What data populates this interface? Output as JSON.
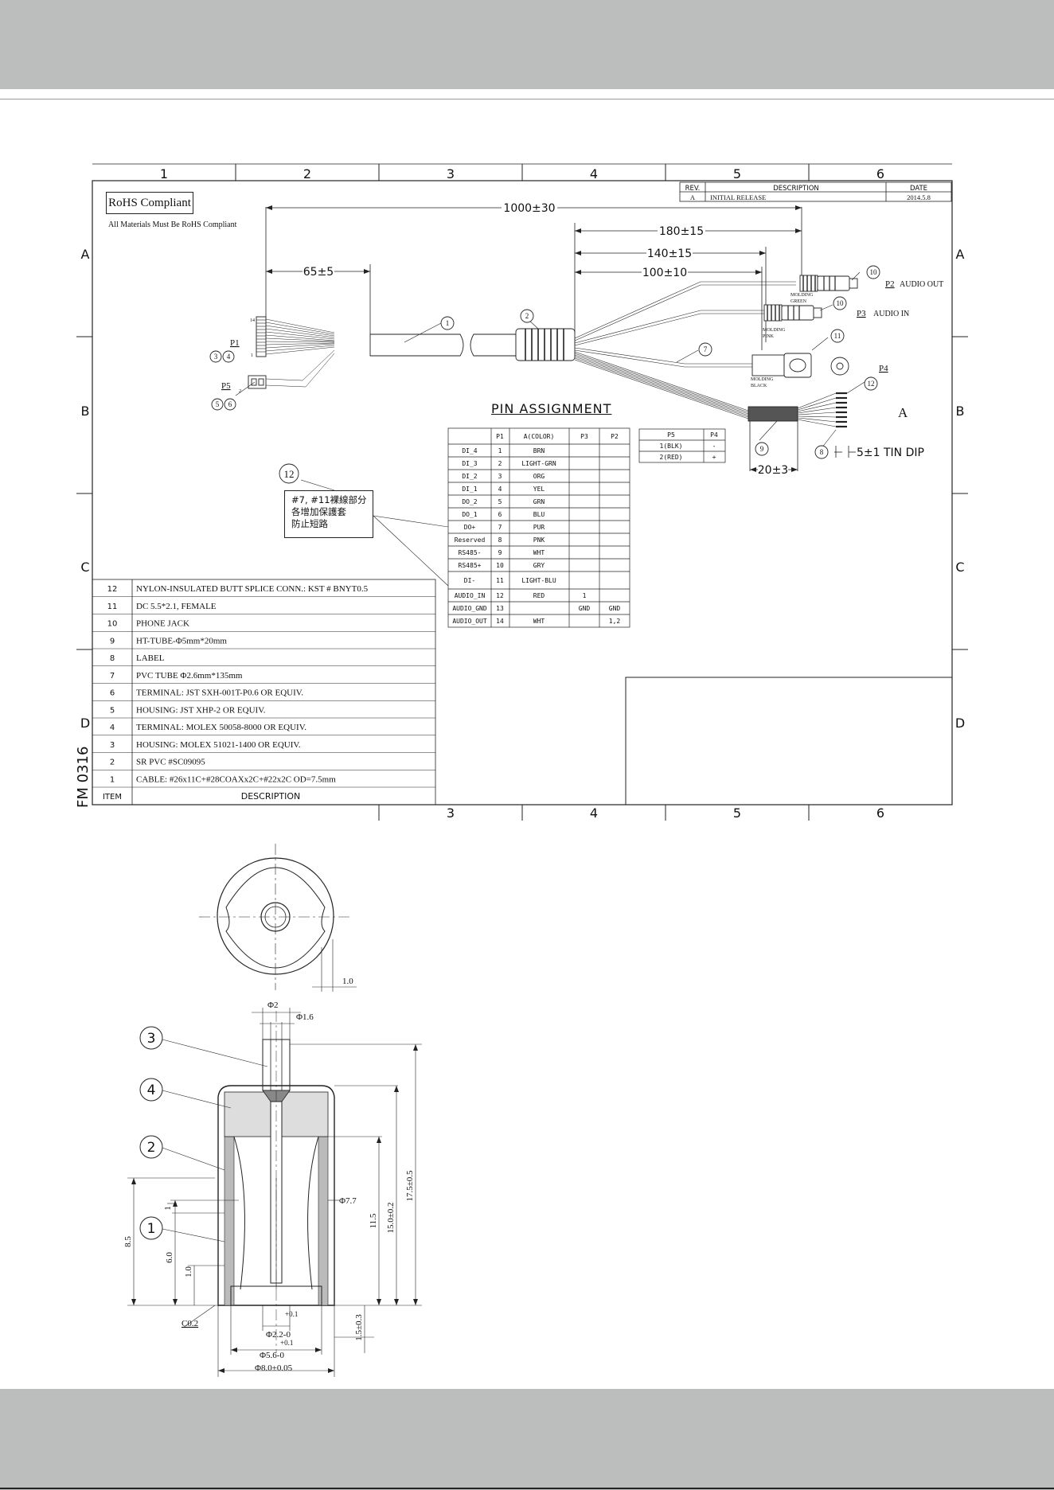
{
  "grid": {
    "columns_top": [
      "1",
      "2",
      "3",
      "4",
      "5",
      "6"
    ],
    "columns_bottom": [
      "3",
      "4",
      "5",
      "6"
    ],
    "rows": [
      "A",
      "B",
      "C",
      "D"
    ]
  },
  "revision": {
    "headers": [
      "REV.",
      "DESCRIPTION",
      "DATE"
    ],
    "row": [
      "A",
      "INITIAL RELEASE",
      "2014.5.8"
    ]
  },
  "rohs": {
    "label": "RoHS Compliant",
    "note": "All Materials Must Be RoHS Compliant"
  },
  "dimensions": {
    "total": "1000±30",
    "d180": "180±15",
    "d140": "140±15",
    "d100": "100±10",
    "d65": "65±5",
    "d20": "20±3",
    "tin": "5±1 TIN DIP"
  },
  "connectors": {
    "p1": "P1",
    "p5": "P5",
    "p2": "P2",
    "p3": "P3",
    "p4": "P4",
    "p2_label": "AUDIO OUT",
    "p3_label": "AUDIO IN",
    "a_label": "A",
    "pin14": "14",
    "pin1": "1",
    "pin2": "2",
    "molding_green": [
      "MOLDING",
      "GREEN"
    ],
    "molding_pink": [
      "MOLDING",
      "PINK"
    ],
    "molding_black": [
      "MOLDING",
      "BLACK"
    ]
  },
  "pin_assignment": {
    "title": "PIN ASSIGNMENT",
    "headers": [
      "",
      "P1",
      "A(COLOR)",
      "P3",
      "P2"
    ],
    "rows": [
      [
        "DI_4",
        "1",
        "BRN",
        "",
        ""
      ],
      [
        "DI_3",
        "2",
        "LIGHT-GRN",
        "",
        ""
      ],
      [
        "DI_2",
        "3",
        "ORG",
        "",
        ""
      ],
      [
        "DI_1",
        "4",
        "YEL",
        "",
        ""
      ],
      [
        "DO_2",
        "5",
        "GRN",
        "",
        ""
      ],
      [
        "DO_1",
        "6",
        "BLU",
        "",
        ""
      ],
      [
        "DO+",
        "7",
        "PUR",
        "",
        ""
      ],
      [
        "Reserved",
        "8",
        "PNK",
        "",
        ""
      ],
      [
        "RS485-",
        "9",
        "WHT",
        "",
        ""
      ],
      [
        "RS485+",
        "10",
        "GRY",
        "",
        ""
      ],
      [
        "DI-",
        "11",
        "LIGHT-BLU",
        "",
        ""
      ],
      [
        "AUDIO_IN",
        "12",
        "RED",
        "1",
        ""
      ],
      [
        "AUDIO_GND",
        "13",
        "",
        "GND",
        "GND"
      ],
      [
        "AUDIO_OUT",
        "14",
        "WHT",
        "",
        "1,2"
      ]
    ]
  },
  "p5_table": {
    "headers": [
      "P5",
      "P4"
    ],
    "rows": [
      [
        "1(BLK)",
        "-"
      ],
      [
        "2(RED)",
        "+"
      ]
    ]
  },
  "note": {
    "ref": "12",
    "lines": [
      "#7, #11裸線部分",
      "各增加保護套",
      "防止短路"
    ]
  },
  "bom": {
    "rows": [
      [
        "12",
        "NYLON-INSULATED BUTT SPLICE CONN.: KST # BNYT0.5"
      ],
      [
        "11",
        "DC 5.5*2.1, FEMALE"
      ],
      [
        "10",
        "PHONE JACK"
      ],
      [
        "9",
        "HT-TUBE-Φ5mm*20mm"
      ],
      [
        "8",
        "LABEL"
      ],
      [
        "7",
        "PVC TUBE Φ2.6mm*135mm"
      ],
      [
        "6",
        "TERMINAL:  JST SXH-001T-P0.6 OR EQUIV."
      ],
      [
        "5",
        "HOUSING: JST XHP-2 OR EQUIV."
      ],
      [
        "4",
        "TERMINAL:  MOLEX 50058-8000 OR EQUIV."
      ],
      [
        "3",
        "HOUSING: MOLEX 51021-1400 OR EQUIV."
      ],
      [
        "2",
        "SR PVC #SC09095"
      ],
      [
        "1",
        "CABLE: #26x11C+#28COAXx2C+#22x2C   OD=7.5mm"
      ]
    ],
    "footer": [
      "ITEM",
      "DESCRIPTION"
    ]
  },
  "form_number": "FM 0316",
  "balloons": {
    "b1": "1",
    "b2": "2",
    "b3": "3",
    "b4": "4",
    "b5": "5",
    "b6": "6",
    "b7": "7",
    "b8": "8",
    "b9": "9",
    "b10a": "10",
    "b10b": "10",
    "b11": "11",
    "b12": "12"
  },
  "detail": {
    "d_1_0_top": "1.0",
    "phi2": "Φ2",
    "phi1_6": "Φ1.6",
    "phi7_7": "Φ7.7",
    "d15": "15.0±0.2",
    "d17_5": "17.5±0.5",
    "d11_5": "11.5",
    "d8_5": "8.5",
    "d6_0": "6.0",
    "d1_0": "1.0",
    "d1": "1",
    "d1_5": "1.5±0.3",
    "c02": "C0.2",
    "phi2_2": "Φ2.2-0",
    "phi2_2_tol": "+0.1",
    "phi5_6": "Φ5.6-0",
    "phi5_6_tol": "+0.1",
    "phi8": "Φ8.0±0.05",
    "callouts": [
      "3",
      "4",
      "2",
      "1"
    ]
  }
}
